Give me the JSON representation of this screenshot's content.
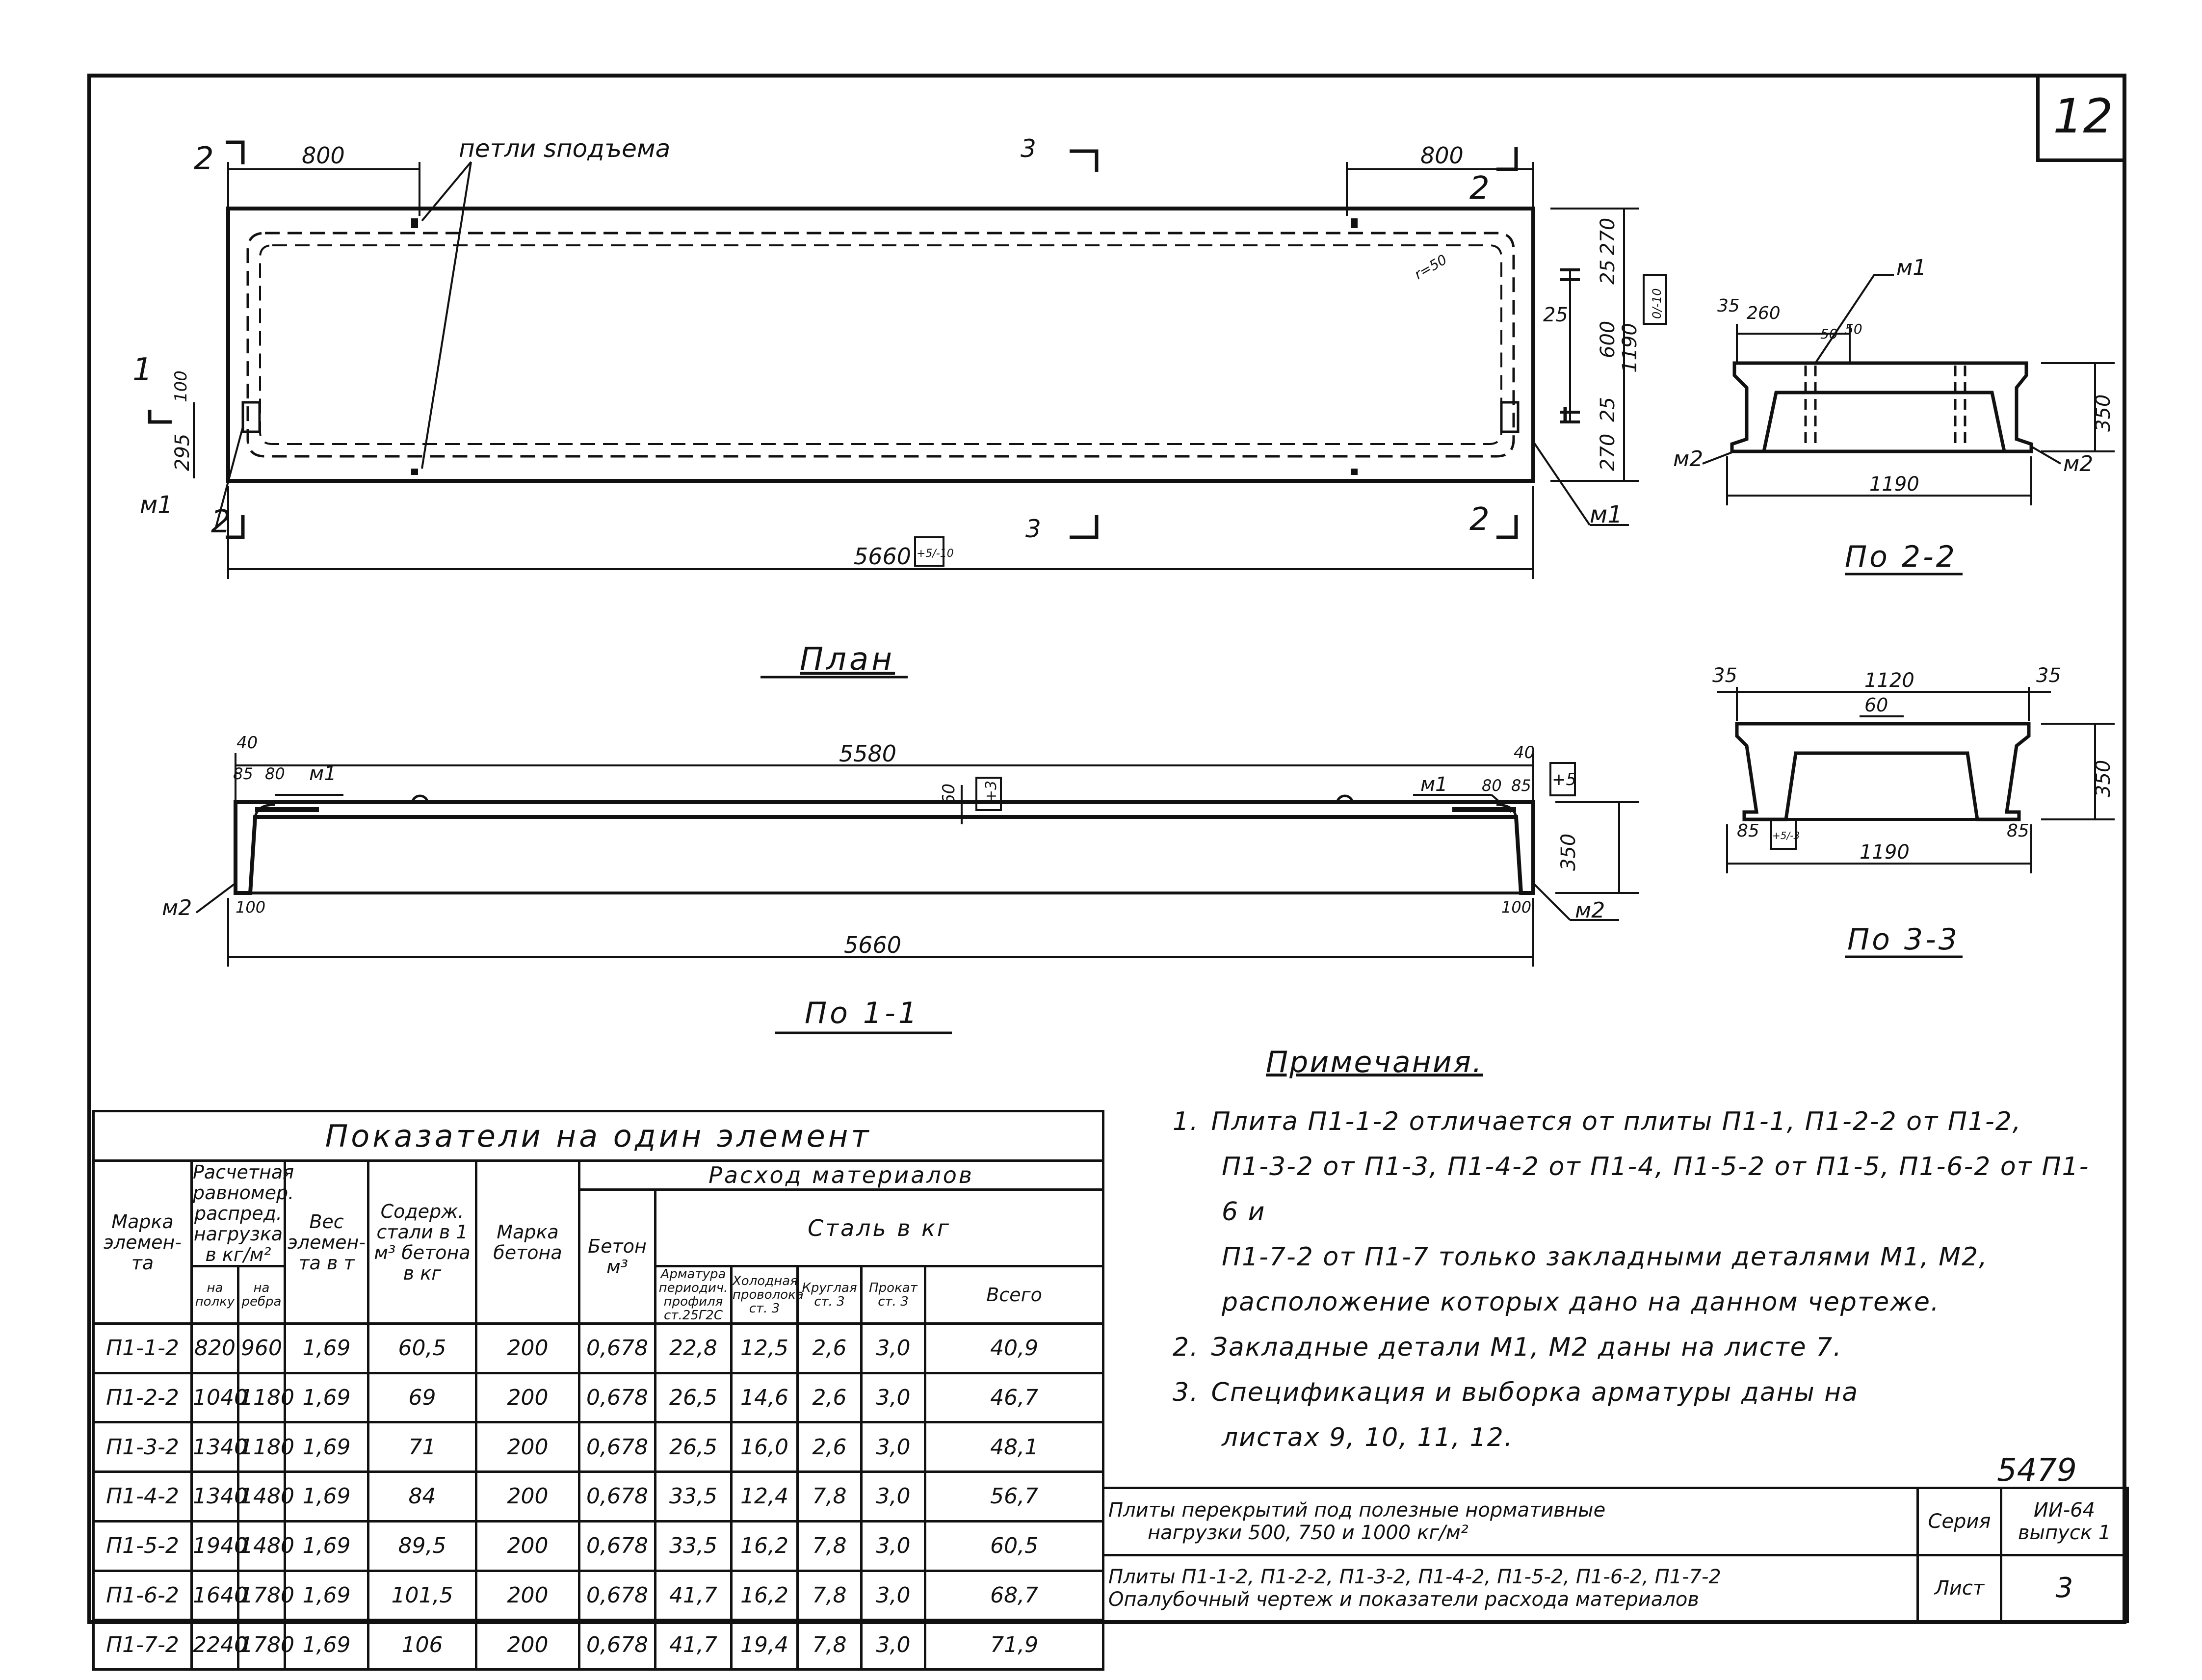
{
  "sheet": {
    "sheet_number": "12",
    "archive_number": "5479"
  },
  "plan": {
    "title": "План",
    "lift_loops_label": "петли  ѕподъема",
    "dim_800_left": "800",
    "dim_800_right": "800",
    "length": "5660",
    "length_tol": "+5/-10",
    "dims_right": [
      "270",
      "25",
      "600",
      "25",
      "270"
    ],
    "height": "1190",
    "height_tol": "0/-10",
    "dim_295": "295",
    "dim_100": "100",
    "r50": "r=50",
    "dim_25": "25",
    "sect_1": "1",
    "sect_2": "2",
    "sect_3": "3",
    "m1": "м1"
  },
  "section_1_1": {
    "title": "По 1-1",
    "top_length": "5580",
    "length": "5660",
    "tol": "+5",
    "dim_40": "40",
    "dim_85": "85",
    "dim_80": "80",
    "dim_60": "60",
    "dim_60_tol": "+3",
    "height": "350",
    "dim_100": "100",
    "m1": "м1",
    "m2": "м2"
  },
  "section_2_2": {
    "title": "По 2-2",
    "dims_top": [
      "35",
      "260",
      "50",
      "50"
    ],
    "height": "350",
    "width": "1190",
    "m1": "м1",
    "m2": "м2"
  },
  "section_3_3": {
    "title": "По 3-3",
    "top": "1120",
    "side": "35",
    "dim_60": "60",
    "height": "350",
    "width": "1190",
    "foot": "85",
    "foot_tol": "+5/-3"
  },
  "notes": {
    "title": "Примечания.",
    "items": [
      {
        "num": "1.",
        "lines": [
          "Плита П1-1-2 отличается от плиты П1-1, П1-2-2 от П1-2,",
          "П1-3-2 от П1-3, П1-4-2 от П1-4, П1-5-2 от П1-5, П1-6-2 от П1-6 и",
          "П1-7-2 от П1-7 только закладными деталями М1, М2,",
          "расположение которых дано на данном чертеже."
        ]
      },
      {
        "num": "2.",
        "lines": [
          "Закладные детали М1, М2 даны на листе 7."
        ]
      },
      {
        "num": "3.",
        "lines": [
          "Спецификация и выборка арматуры даны на",
          "листах 9, 10, 11, 12."
        ]
      }
    ]
  },
  "indicators": {
    "title": "Показатели на один элемент",
    "headers": {
      "mark": "Марка элемен- та",
      "load": "Расчетная равномер. распред. нагрузка в кг/м²",
      "load_shelf": "на полку",
      "load_rib": "на ребра",
      "weight": "Вес элемен- та в т",
      "steel_content": "Содерж. стали в 1 м³ бетона в кг",
      "concrete_mark": "Марка бетона",
      "consumption": "Расход материалов",
      "concrete": "Бетон м³",
      "steel": "Сталь в кг",
      "s_rebar": "Арматура периодич. профиля ст.25Г2С",
      "s_wire": "Холодная проволока ст. 3",
      "s_round": "Круглая ст. 3",
      "s_rolled": "Прокат ст. 3",
      "s_total": "Всего"
    },
    "rows": [
      [
        "П1-1-2",
        "820",
        "960",
        "1,69",
        "60,5",
        "200",
        "0,678",
        "22,8",
        "12,5",
        "2,6",
        "3,0",
        "40,9"
      ],
      [
        "П1-2-2",
        "1040",
        "1180",
        "1,69",
        "69",
        "200",
        "0,678",
        "26,5",
        "14,6",
        "2,6",
        "3,0",
        "46,7"
      ],
      [
        "П1-3-2",
        "1340",
        "1180",
        "1,69",
        "71",
        "200",
        "0,678",
        "26,5",
        "16,0",
        "2,6",
        "3,0",
        "48,1"
      ],
      [
        "П1-4-2",
        "1340",
        "1480",
        "1,69",
        "84",
        "200",
        "0,678",
        "33,5",
        "12,4",
        "7,8",
        "3,0",
        "56,7"
      ],
      [
        "П1-5-2",
        "1940",
        "1480",
        "1,69",
        "89,5",
        "200",
        "0,678",
        "33,5",
        "16,2",
        "7,8",
        "3,0",
        "60,5"
      ],
      [
        "П1-6-2",
        "1640",
        "1780",
        "1,69",
        "101,5",
        "200",
        "0,678",
        "41,7",
        "16,2",
        "7,8",
        "3,0",
        "68,7"
      ],
      [
        "П1-7-2",
        "2240",
        "1780",
        "1,69",
        "106",
        "200",
        "0,678",
        "41,7",
        "19,4",
        "7,8",
        "3,0",
        "71,9"
      ]
    ]
  },
  "stamp": {
    "title_line1": "Плиты перекрытий под полезные нормативные",
    "title_line2": "нагрузки 500, 750 и 1000 кг/м²",
    "series_label": "Серия",
    "series_value": "ИИ-64 выпуск 1",
    "sheet_line1": "Плиты П1-1-2, П1-2-2, П1-3-2, П1-4-2, П1-5-2, П1-6-2, П1-7-2",
    "sheet_line2": "Опалубочный чертеж и показатели расхода материалов",
    "list_label": "Лист",
    "list_value": "3"
  }
}
